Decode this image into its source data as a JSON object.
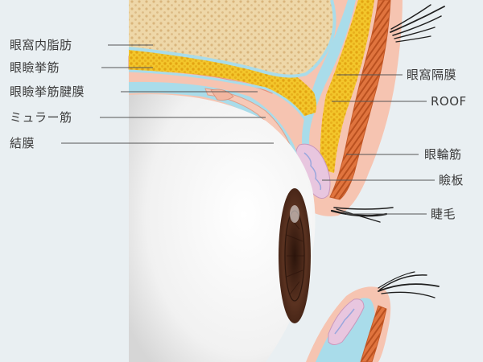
{
  "labels": {
    "orbital_fat": "眼窩内脂肪",
    "levator_muscle": "眼瞼挙筋",
    "levator_aponeurosis": "眼瞼挙筋腱膜",
    "muller_muscle": "ミュラー筋",
    "conjunctiva": "結膜",
    "orbital_septum": "眼窩隔膜",
    "roof": "ROOF",
    "orbicularis_muscle": "眼輪筋",
    "tarsus": "瞼板",
    "eyelash": "睫毛"
  },
  "colors": {
    "background": "#e9eff2",
    "bone": "#eed7a8",
    "bone_dots": "#d9b57c",
    "fat": "#f3c62b",
    "fat_dots": "#e0a20f",
    "muscle": "#e0743e",
    "muscle_stripe": "#b84f22",
    "skin": "#f7c9b7",
    "septum": "#a9dcea",
    "tarsus": "#e8c6df",
    "eyeball": "#f5f5f5",
    "iris": "#4a2a1c",
    "leader_line": "#555555"
  }
}
